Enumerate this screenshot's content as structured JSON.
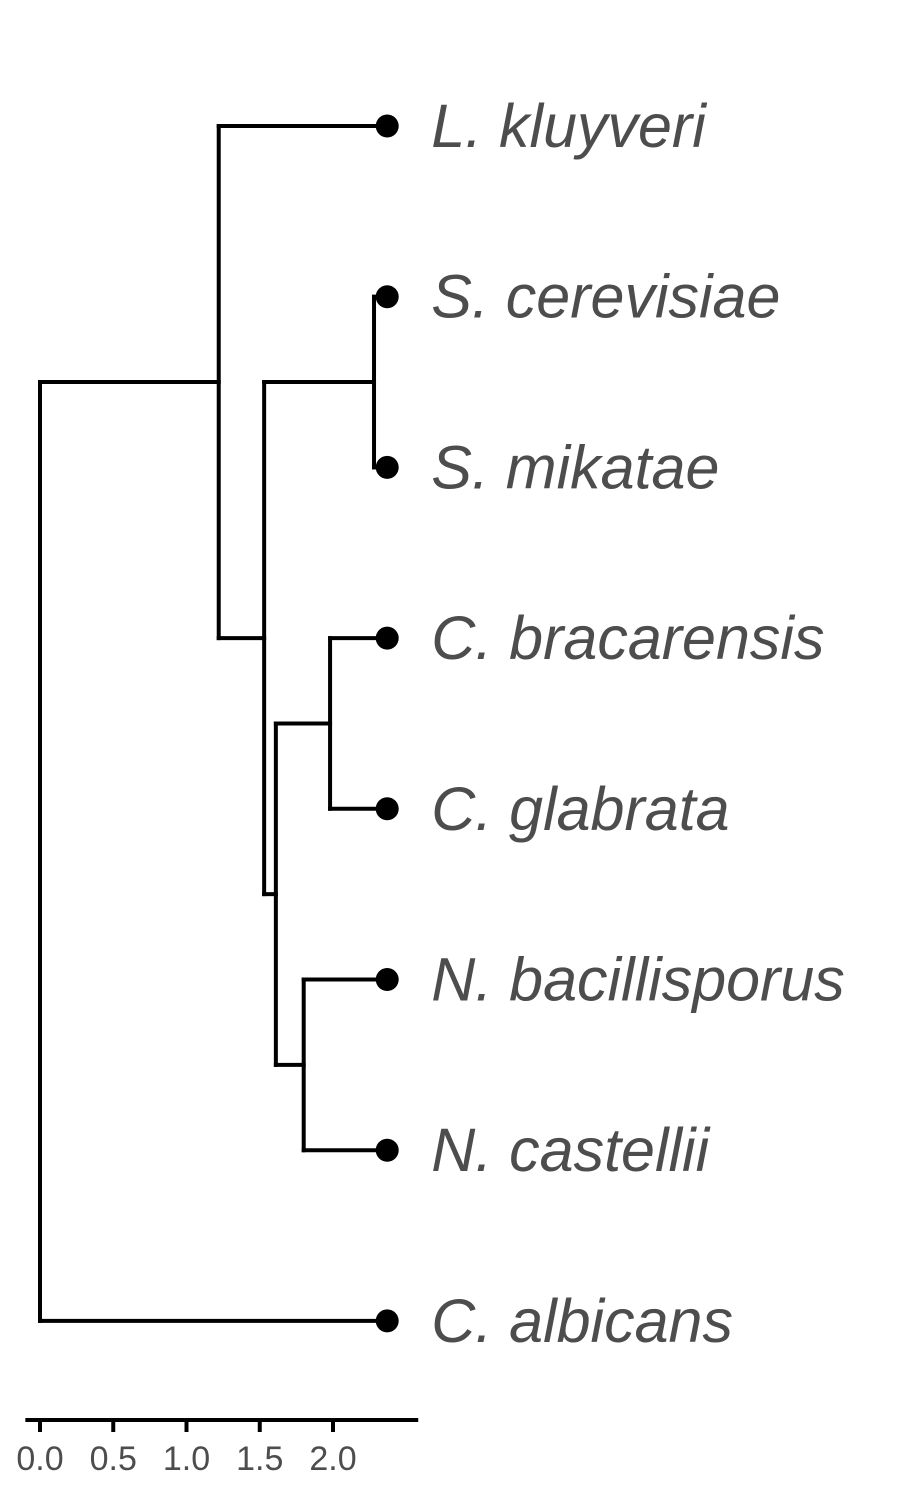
{
  "tree": {
    "tips": [
      {
        "id": "lk",
        "label": "L. kluyveri"
      },
      {
        "id": "sc",
        "label": "S. cerevisiae"
      },
      {
        "id": "sm",
        "label": "S. mikatae"
      },
      {
        "id": "cb",
        "label": "C. bracarensis"
      },
      {
        "id": "cg",
        "label": "C. glabrata"
      },
      {
        "id": "nb",
        "label": "N. bacillisporus"
      },
      {
        "id": "nc",
        "label": "N. castellii"
      },
      {
        "id": "ca",
        "label": "C. albicans"
      }
    ],
    "nodes": [
      {
        "id": "root",
        "depth": 0.0,
        "children": [
          "n1",
          "ca"
        ]
      },
      {
        "id": "n1",
        "depth": 1.22,
        "children": [
          "lk",
          "n2"
        ]
      },
      {
        "id": "n2",
        "depth": 1.53,
        "children": [
          "n3",
          "n4"
        ]
      },
      {
        "id": "n3",
        "depth": 2.28,
        "children": [
          "sc",
          "sm"
        ]
      },
      {
        "id": "n4",
        "depth": 1.61,
        "children": [
          "n5",
          "n6"
        ]
      },
      {
        "id": "n5",
        "depth": 1.98,
        "children": [
          "cb",
          "cg"
        ]
      },
      {
        "id": "n6",
        "depth": 1.8,
        "children": [
          "nb",
          "nc"
        ]
      }
    ],
    "tip_depth": 2.37
  },
  "axis": {
    "ticks": [
      {
        "value": 0.0,
        "label": "0.0"
      },
      {
        "value": 0.5,
        "label": "0.5"
      },
      {
        "value": 1.0,
        "label": "1.0"
      },
      {
        "value": 1.5,
        "label": "1.5"
      },
      {
        "value": 2.0,
        "label": "2.0"
      }
    ],
    "range": [
      -0.1,
      2.5
    ]
  }
}
